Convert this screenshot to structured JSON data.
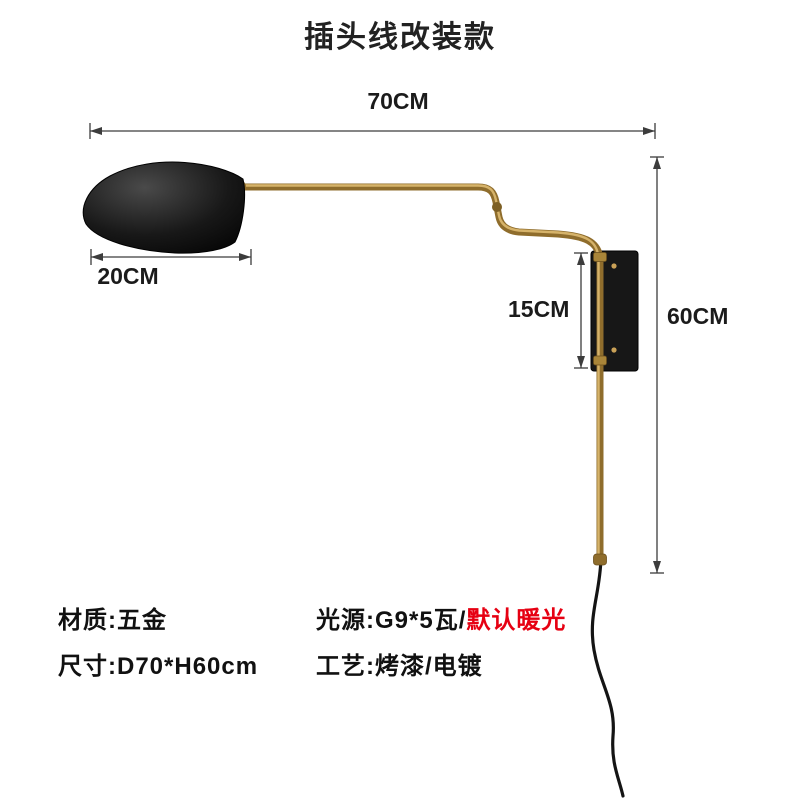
{
  "page": {
    "title": "插头线改装款"
  },
  "dimensions": {
    "top_width": "70CM",
    "shade_width": "20CM",
    "bracket_height": "15CM",
    "total_height": "60CM"
  },
  "specs": {
    "material": "材质:五金",
    "light_prefix": "光源:G9*5瓦/",
    "light_red": "默认暖光",
    "size": "尺寸:D70*H60cm",
    "craft": "工艺:烤漆/电镀"
  },
  "colors": {
    "highlight_red": "#e60012",
    "brass": "#a98539",
    "shade_black": "#141414",
    "dimension_line": "#3c3c3c",
    "background": "#ffffff"
  }
}
